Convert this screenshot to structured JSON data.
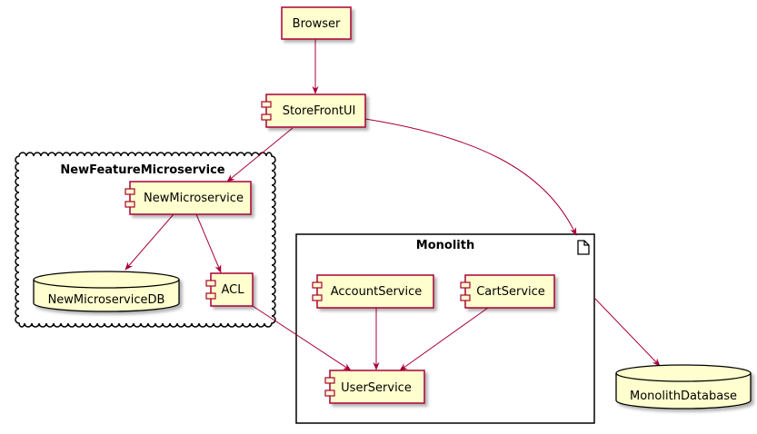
{
  "diagram": {
    "colors": {
      "node_fill": "#FEFECE",
      "node_border": "#A80036",
      "arrow": "#A80036",
      "container_border": "#000000"
    },
    "containers": {
      "new_feature": "NewFeatureMicroservice",
      "monolith": "Monolith"
    },
    "nodes": {
      "browser": "Browser",
      "storefront": "StoreFrontUI",
      "new_microservice": "NewMicroservice",
      "new_microservice_db": "NewMicroserviceDB",
      "acl": "ACL",
      "account_service": "AccountService",
      "cart_service": "CartService",
      "user_service": "UserService",
      "monolith_db": "MonolithDatabase"
    }
  }
}
